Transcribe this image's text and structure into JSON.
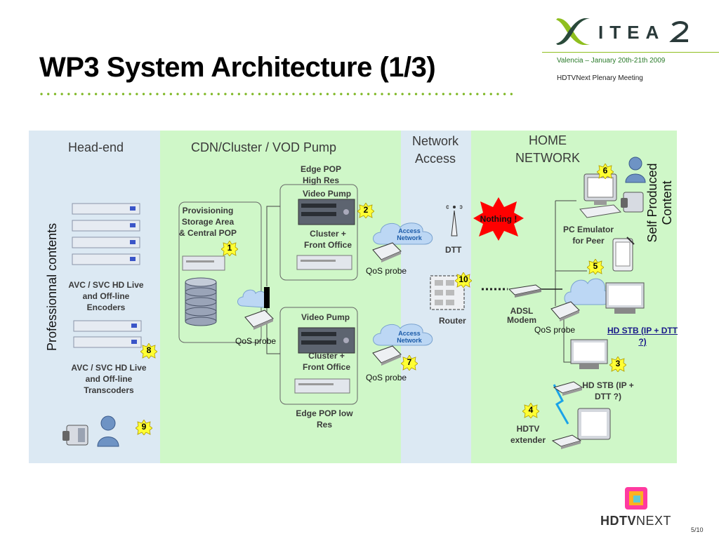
{
  "slide": {
    "title": "WP3 System Architecture (1/3)",
    "date": "Valencia – January 20th-21th 2009",
    "meeting": "HDTVNext Plenary Meeting",
    "page": "5/10",
    "logo_text": "ITEA 2",
    "footer_brand_bold": "HDTV",
    "footer_brand_light": "NEXT"
  },
  "colors": {
    "zone_blue": "#dce9f3",
    "zone_green": "#cff7c8",
    "badge_yellow": "#ffff33",
    "nothing_red": "#ff0000",
    "accent_green": "#8fbf1f"
  },
  "zones": {
    "headend": "Head-end",
    "cdn": "CDN/Cluster / VOD Pump",
    "network_access": "Network Access",
    "home_network": "HOME NETWORK"
  },
  "side_labels": {
    "professional": "Professionnal contents",
    "self_produced": "Self Produced Content"
  },
  "headend": {
    "encoders": "AVC / SVC HD Live and Off-line Encoders",
    "transcoders": "AVC / SVC HD Live and Off-line Transcoders"
  },
  "cdn": {
    "provisioning": "Provisioning Storage Area & Central POP",
    "edge_high": "Edge POP High  Res",
    "video_pump_1": "Video Pump",
    "cluster_1": "Cluster + Front Office",
    "video_pump_2": "Video Pump",
    "cluster_2": "Cluster + Front Office",
    "edge_low": "Edge POP low Res",
    "qos_probe": "QoS probe"
  },
  "network": {
    "access_network": "Access Network",
    "qos_probe_1": "QoS probe",
    "qos_probe_2": "QoS probe",
    "dtt": "DTT",
    "router": "Router",
    "nothing": "Nothing !"
  },
  "home": {
    "pc_emulator": "PC Emulator for Peer",
    "adsl": "ADSL Modem",
    "qos_probe": "QoS probe",
    "hd_stb_link": "HD STB (IP + DTT ?)",
    "hd_stb": "HD STB (IP + DTT ?)",
    "hdtv_extender": "HDTV extender"
  },
  "badges": [
    "1",
    "2",
    "3",
    "4",
    "5",
    "6",
    "7",
    "8",
    "9",
    "10"
  ]
}
